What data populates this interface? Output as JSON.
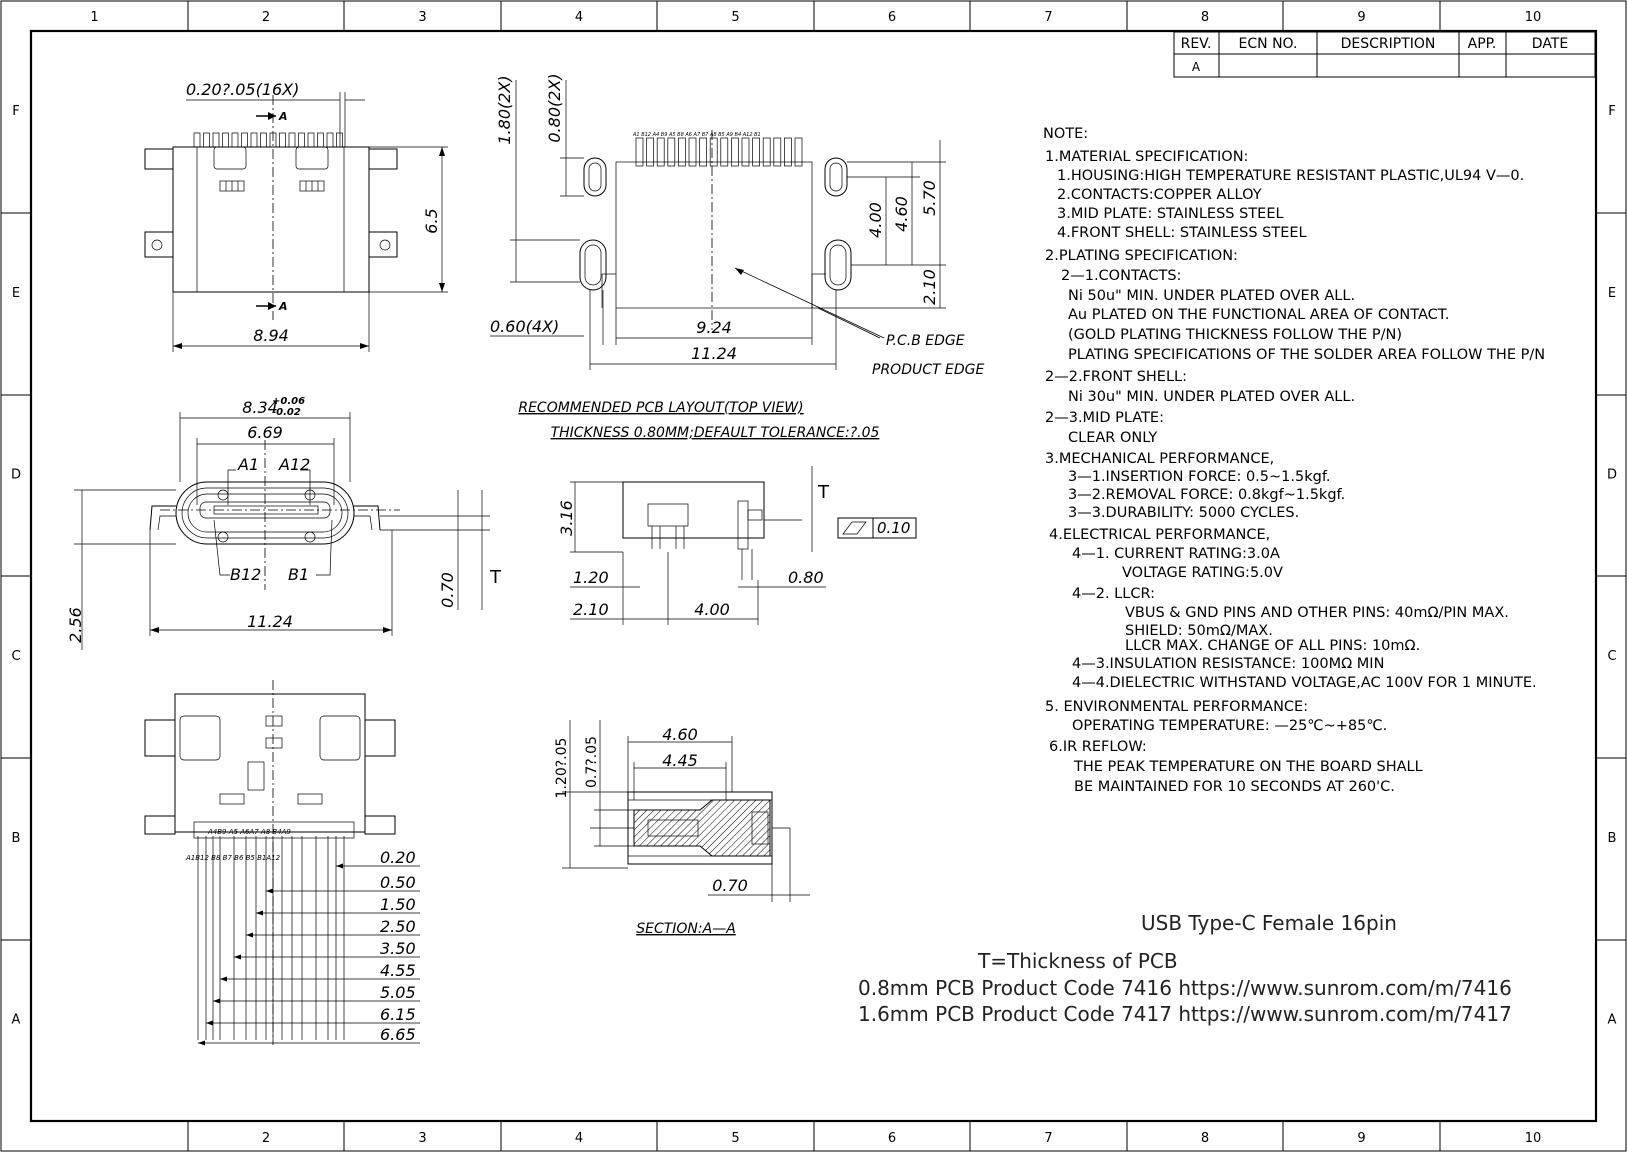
{
  "zones": {
    "columns": [
      "1",
      "2",
      "3",
      "4",
      "5",
      "6",
      "7",
      "8",
      "9",
      "10"
    ],
    "rows": [
      "F",
      "E",
      "D",
      "C",
      "B",
      "A"
    ]
  },
  "revision_table": {
    "headers": [
      "REV.",
      "ECN NO.",
      "DESCRIPTION",
      "APP.",
      "DATE"
    ],
    "rev": "A"
  },
  "view1": {
    "pitch": "0.20?.05(16X)",
    "section_mark": "A",
    "height": "6.5",
    "width": "8.94"
  },
  "pcb_layout": {
    "d_180": "1.80(2X)",
    "d_080": "0.80(2X)",
    "d_400": "4.00",
    "d_460": "4.60",
    "d_570": "5.70",
    "d_210": "2.10",
    "d_060": "0.60(4X)",
    "d_924": "9.24",
    "d_1124": "11.24",
    "pcb_edge": "P.C.B EDGE",
    "product_edge": "PRODUCT EDGE",
    "caption": "RECOMMENDED PCB LAYOUT(TOP VIEW)",
    "caption2": "THICKNESS 0.80MM;DEFAULT TOLERANCE:?.05",
    "pin_labels": [
      "A1",
      "B12",
      "A4",
      "B9",
      "A5",
      "B8",
      "A6",
      "A7",
      "B7",
      "A8",
      "B5",
      "A9",
      "B4",
      "A12",
      "B1"
    ]
  },
  "front_view": {
    "d_834": "8.34",
    "tol_up": "+0.06",
    "tol_dn": "-0.02",
    "d_669": "6.69",
    "a1": "A1",
    "a12": "A12",
    "b12": "B12",
    "b1": "B1",
    "d_256": "2.56",
    "d_070": "0.70",
    "t": "T",
    "d_1124": "11.24"
  },
  "side_view": {
    "d_316": "3.16",
    "t": "T",
    "flatness": "0.10",
    "d_120": "1.20",
    "d_080": "0.80",
    "d_210": "2.10",
    "d_400": "4.00"
  },
  "bottom_view": {
    "pins_top": [
      "A4",
      "B9",
      "A5",
      "A6",
      "A7",
      "A8",
      "B4",
      "A9"
    ],
    "pins_bot": [
      "A1",
      "B12",
      "B8",
      "B7",
      "B6",
      "B5",
      "B1",
      "A12"
    ],
    "dims": [
      "0.20",
      "0.50",
      "1.50",
      "2.50",
      "3.50",
      "4.55",
      "5.05",
      "6.15",
      "6.65"
    ]
  },
  "section_view": {
    "d_460": "4.60",
    "d_445": "4.45",
    "d_120": "1.20?.05",
    "d_077": "0.7?.05",
    "d_070": "0.70",
    "caption": "SECTION:A—A"
  },
  "notes": [
    "NOTE:",
    "1.MATERIAL  SPECIFICATION:",
    "  1.HOUSING:HIGH  TEMPERATURE  RESISTANT  PLASTIC,UL94  V—0.",
    "  2.CONTACTS:COPPER  ALLOY",
    "  3.MID  PLATE:  STAINLESS  STEEL",
    "  4.FRONT  SHELL:  STAINLESS  STEEL",
    "2.PLATING  SPECIFICATION:",
    "  2—1.CONTACTS:",
    "  Ni  50u\"  MIN.  UNDER  PLATED  OVER  ALL.",
    "  Au  PLATED  ON  THE  FUNCTIONAL  AREA  OF  CONTACT.",
    "  (GOLD  PLATING  THICKNESS  FOLLOW  THE  P/N)",
    "  PLATING  SPECIFICATIONS  OF  THE  SOLDER  AREA  FOLLOW  THE  P/N",
    "2—2.FRONT  SHELL:",
    "  Ni  30u\"  MIN.  UNDER  PLATED  OVER  ALL.",
    "2—3.MID  PLATE:",
    "  CLEAR  ONLY",
    "3.MECHANICAL  PERFORMANCE,",
    "  3—1.INSERTION  FORCE:  0.5~1.5kgf.",
    "  3—2.REMOVAL  FORCE:  0.8kgf~1.5kgf.",
    "  3—3.DURABILITY:  5000  CYCLES.",
    "4.ELECTRICAL  PERFORMANCE,",
    "  4—1.  CURRENT  RATING:3.0A",
    "  VOLTAGE  RATING:5.0V",
    "  4—2.  LLCR:",
    "  VBUS  &  GND  PINS  AND  OTHER  PINS:  40mΩ/PIN  MAX.",
    "  SHIELD:  50mΩ/MAX.",
    "  LLCR  MAX.  CHANGE  OF  ALL  PINS:  10mΩ.",
    "  4—3.INSULATION  RESISTANCE:  100MΩ    MIN",
    "  4—4.DIELECTRIC  WITHSTAND  VOLTAGE,AC  100V  FOR  1  MINUTE.",
    "5.  ENVIRONMENTAL  PERFORMANCE:",
    "  OPERATING  TEMPERATURE:  —25℃~+85℃.",
    "6.IR  REFLOW:",
    "  THE  PEAK  TEMPERATURE  ON  THE  BOARD  SHALL",
    "  BE  MAINTAINED  FOR  10  SECONDS  AT  260'C."
  ],
  "title": "USB Type-C Female 16pin",
  "subtitle": "T=Thickness of PCB",
  "products": [
    "0.8mm PCB Product Code 7416 https://www.sunrom.com/m/7416",
    "1.6mm PCB Product Code 7417 https://www.sunrom.com/m/7417"
  ]
}
